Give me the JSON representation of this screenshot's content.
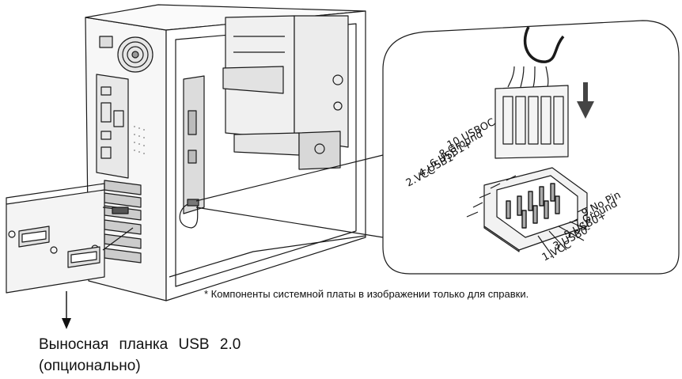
{
  "note": "* Компоненты системной платы в изображении только для справки.",
  "caption": {
    "line1": "Выносная планка USB 2.0",
    "line2": "(опционально)"
  },
  "pins_left": [
    "10.USBOC",
    "8.Ground",
    "6.USB1+",
    "4.USB1-",
    "2.VCC"
  ],
  "pins_right": [
    "9.No Pin",
    "7.Ground",
    "5.USB0+",
    "3.USB0-",
    "1.VCC"
  ]
}
